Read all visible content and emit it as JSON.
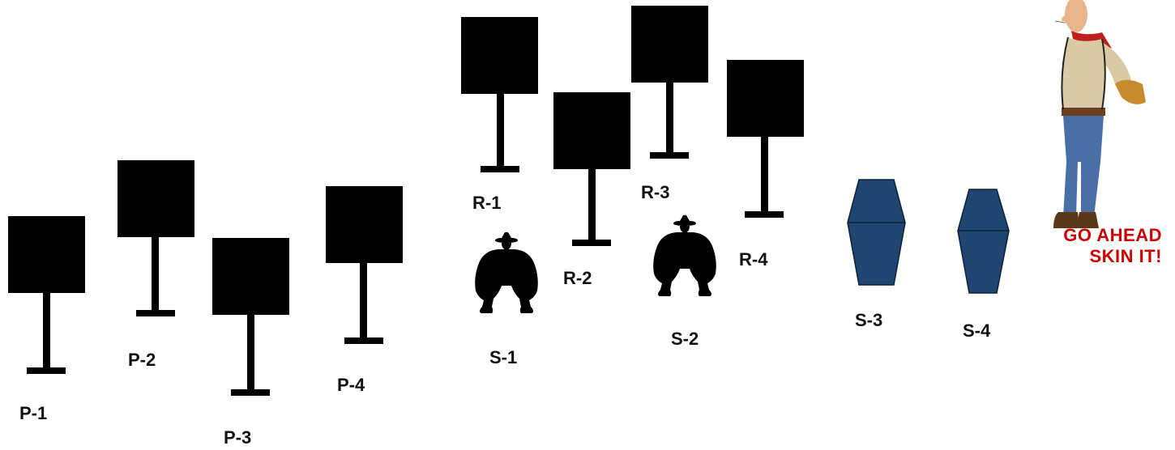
{
  "colors": {
    "target_fill": "#000000",
    "shotgun_fill": "#1f4670",
    "shotgun_stroke": "#0c2036",
    "tagline_color": "#cc0000",
    "cowboy_shirt": "#d9c9a5",
    "cowboy_jeans": "#4a6ea6",
    "cowboy_bandana": "#c0201b",
    "cowboy_skin": "#e8b48c"
  },
  "pistol_targets": [
    {
      "label": "P-1"
    },
    {
      "label": "P-2"
    },
    {
      "label": "P-3"
    },
    {
      "label": "P-4"
    }
  ],
  "rifle_targets": [
    {
      "label": "R-1"
    },
    {
      "label": "R-2"
    },
    {
      "label": "R-3"
    },
    {
      "label": "R-4"
    }
  ],
  "shotgun_targets": [
    {
      "label": "S-1",
      "kind": "cowboy-silhouette-icon"
    },
    {
      "label": "S-2",
      "kind": "cowboy-silhouette-icon"
    },
    {
      "label": "S-3",
      "kind": "coffin-knockdown-icon"
    },
    {
      "label": "S-4",
      "kind": "coffin-knockdown-icon"
    }
  ],
  "tagline": {
    "line1": "GO AHEAD",
    "line2": "SKIN IT!"
  },
  "mascot": {
    "icon": "cowboy-mascot-icon"
  }
}
